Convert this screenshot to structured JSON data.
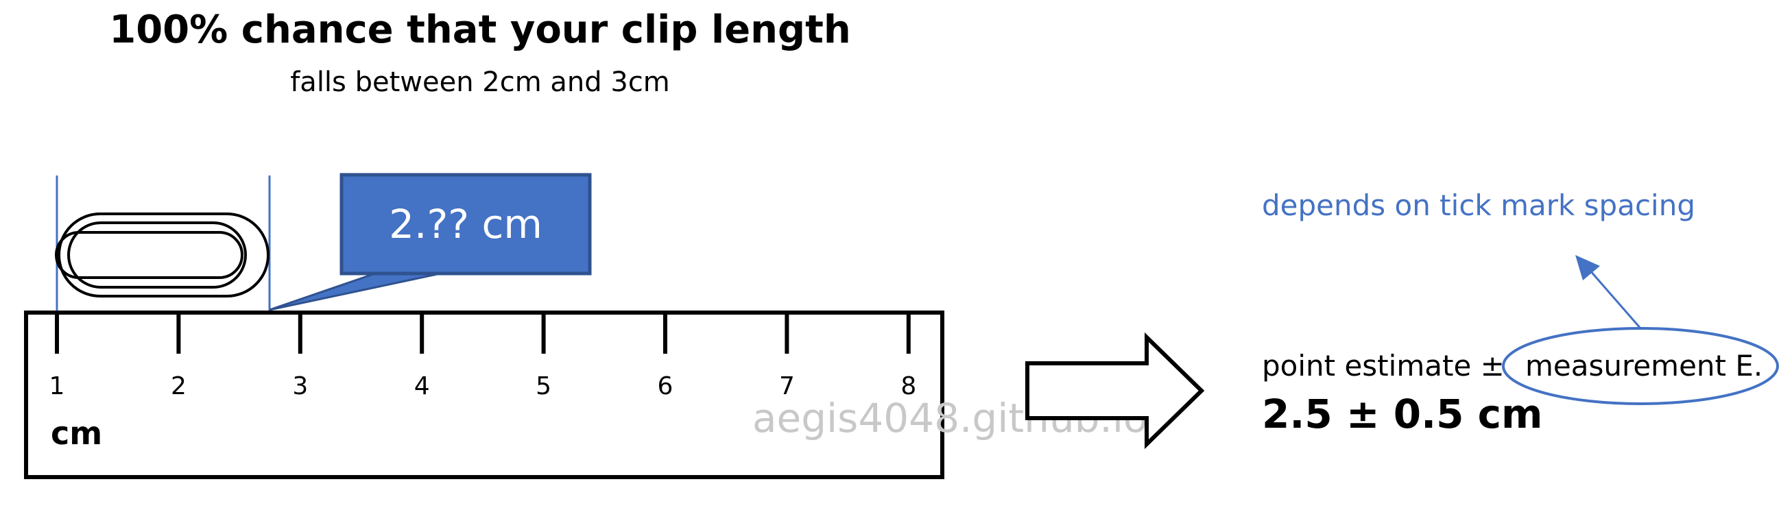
{
  "title": {
    "main": "100% chance that your clip length",
    "sub": "falls between 2cm and 3cm"
  },
  "callout": {
    "text": "2.?? cm"
  },
  "ruler": {
    "ticks": [
      "1",
      "2",
      "3",
      "4",
      "5",
      "6",
      "7",
      "8"
    ],
    "unit": "cm"
  },
  "watermark": "aegis4048.github.io",
  "annotation": {
    "text": "depends on tick mark spacing"
  },
  "formula": {
    "line1_prefix": "point estimate ±",
    "line1_highlight": "measurement E.",
    "line2": "2.5 ± 0.5 cm"
  },
  "colors": {
    "accent_blue": "#4472c4",
    "callout_border": "#2f528f",
    "ink": "#000000",
    "watermark": "#c8c8c8"
  },
  "icons": [
    "paperclip-icon",
    "right-arrow-icon",
    "arrow-up-icon"
  ]
}
